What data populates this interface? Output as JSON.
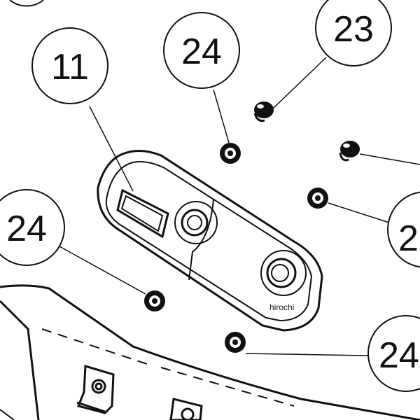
{
  "callouts": [
    {
      "label": "11"
    },
    {
      "label": "24"
    },
    {
      "label": "23"
    },
    {
      "label": "24"
    },
    {
      "label": "2"
    },
    {
      "label": "24"
    }
  ],
  "watermark": "hirochi",
  "colors": {
    "line": "#111111",
    "background": "#ffffff"
  }
}
